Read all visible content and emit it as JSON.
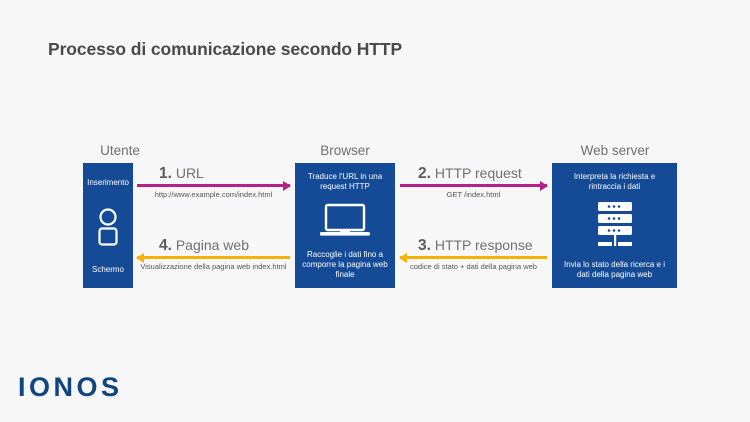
{
  "page": {
    "title": "Processo di comunicazione secondo HTTP",
    "background_color": "#f7f7f7"
  },
  "brand": {
    "logo_text": "IONOS",
    "logo_color": "#11457f"
  },
  "colors": {
    "node_blue": "#154b96",
    "arrow_request": "#b5208a",
    "arrow_response": "#f6b200",
    "heading_text": "#6f7072",
    "title_text": "#4a4a4a"
  },
  "columns": [
    {
      "heading": "Utente"
    },
    {
      "heading": "Browser"
    },
    {
      "heading": "Web server"
    }
  ],
  "nodes": {
    "utente": {
      "top_caption": "Inserimento",
      "bottom_caption": "Schermo",
      "icon": "person-icon"
    },
    "browser": {
      "top_caption": "Traduce l'URL in una request HTTP",
      "bottom_caption": "Raccoglie i dati fino a comporre la pagina web finale",
      "icon": "laptop-icon"
    },
    "server": {
      "top_caption": "Interpreta la richiesta e rintraccia i dati",
      "bottom_caption": "Invia lo stato della ricerca e i dati della pagina web",
      "icon": "server-rack-icon"
    }
  },
  "steps": [
    {
      "number": "1.",
      "label": "URL",
      "detail": "http://www.example.com/index.html",
      "direction": "right",
      "color": "#b5208a"
    },
    {
      "number": "2.",
      "label": "HTTP request",
      "detail": "GET /index.html",
      "direction": "right",
      "color": "#b5208a"
    },
    {
      "number": "3.",
      "label": "HTTP response",
      "detail": "codice di stato + dati della pagina web",
      "direction": "left",
      "color": "#f6b200"
    },
    {
      "number": "4.",
      "label": "Pagina web",
      "detail": "Visualizzazione della pagina web index.html",
      "direction": "left",
      "color": "#f6b200"
    }
  ]
}
